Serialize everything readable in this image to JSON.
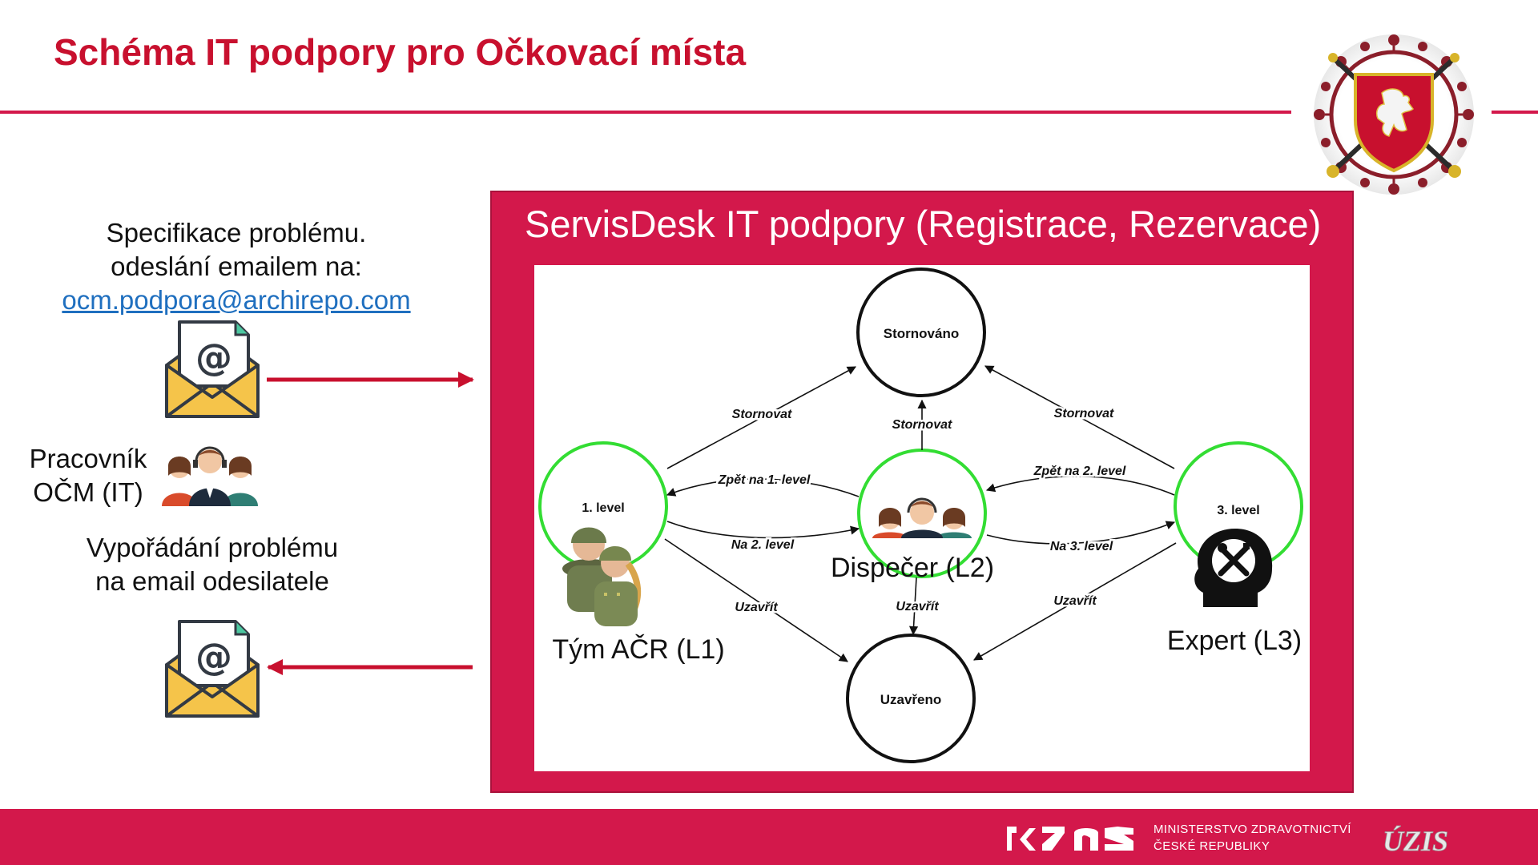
{
  "header": {
    "title": "Schéma IT podpory pro Očkovací místa"
  },
  "left": {
    "spec_line1": "Specifikace problému.",
    "spec_line2": "odeslání emailem na:",
    "email": "ocm.podpora@archirepo.com",
    "worker_line1": "Pracovník",
    "worker_line2": "OČM (IT)",
    "resolve_line1": "Vypořádání problému",
    "resolve_line2": "na email odesilatele"
  },
  "panel": {
    "title": "ServisDesk IT podpory (Registrace, Rezervace)"
  },
  "diagram": {
    "states": {
      "stornovano": "Stornováno",
      "uzavreno": "Uzavřeno",
      "level1": "1. level",
      "level3": "3. level"
    },
    "edges": {
      "stornovat_left": "Stornovat",
      "stornovat_mid": "Stornovat",
      "stornovat_right": "Stornovat",
      "zpet1": "Zpět na 1. level",
      "zpet2": "Zpět na 2. level",
      "na2": "Na 2. level",
      "na3": "Na 3. level",
      "uzavrit_left": "Uzavřít",
      "uzavrit_mid": "Uzavřít",
      "uzavrit_right": "Uzavřít"
    },
    "roles": {
      "l1": "Tým AČR (L1)",
      "l2": "Dispečer (L2)",
      "l3": "Expert (L3)"
    }
  },
  "footer": {
    "ministry_line1": "MINISTERSTVO ZDRAVOTNICTVÍ",
    "ministry_line2": "ČESKÉ REPUBLIKY",
    "uzis": "ÚZIS"
  },
  "colors": {
    "brand_red": "#d3184b",
    "title_red": "#c8102e",
    "link_blue": "#1f6fbf",
    "state_green": "#33dd33"
  }
}
